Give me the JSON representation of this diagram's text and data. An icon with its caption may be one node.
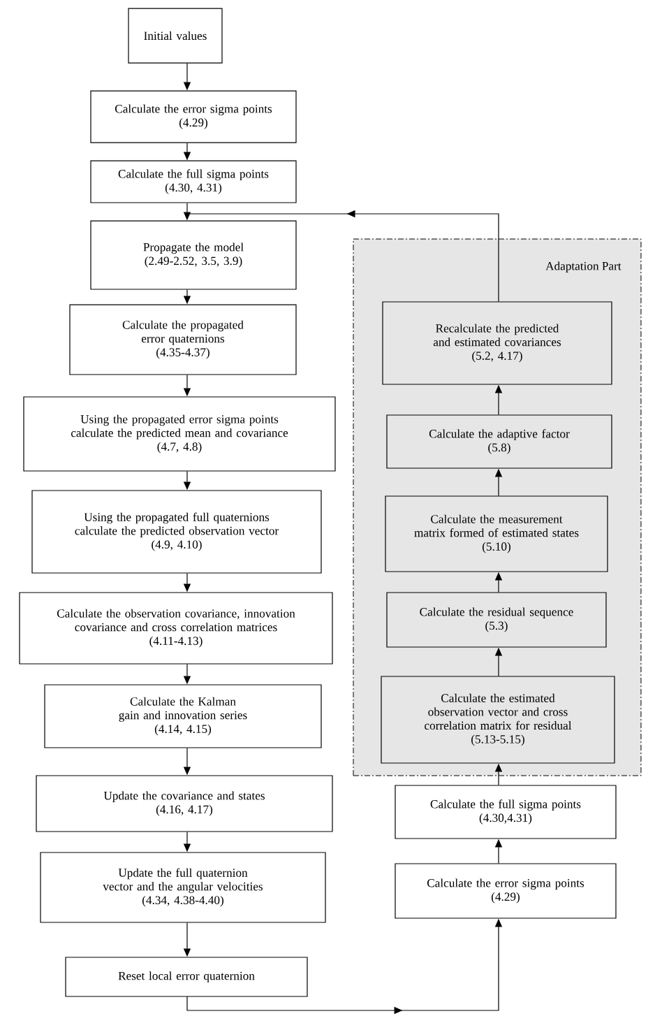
{
  "diagram": {
    "nodes": [
      {
        "text": [
          "Initial values"
        ]
      },
      {
        "text": [
          "Calculate the error sigma points",
          "(4.29)"
        ]
      },
      {
        "text": [
          "Calculate the full sigma points",
          "(4.30, 4.31)"
        ]
      },
      {
        "text": [
          "Propagate the model",
          "(2.49-2.52, 3.5, 3.9)"
        ]
      },
      {
        "text": [
          "Calculate the propagated error quaternions",
          "(4.35-4.37)"
        ]
      },
      {
        "text": [
          "Using the propagated error sigma points calculate the predicted mean and covariance",
          "(4.7, 4.8)"
        ]
      },
      {
        "text": [
          "Using the propagated full quaternions calculate the predicted observation vector",
          "(4.9, 4.10)"
        ]
      },
      {
        "text": [
          "Calculate the observation covariance, innovation covariance and cross correlation matrices",
          "(4.11-4.13)"
        ]
      },
      {
        "text": [
          "Calculate the Kalman gain and innovation series",
          "(4.14, 4.15)"
        ]
      },
      {
        "text": [
          "Update the covariance and states",
          "(4.16, 4.17)"
        ]
      },
      {
        "text": [
          "Update the full quaternion vector and the angular velocities",
          "(4.34, 4.38-4.40)"
        ]
      },
      {
        "text": [
          "Reset local error quaternion"
        ]
      },
      {
        "text": [
          "Adaptation Part"
        ]
      },
      {
        "text": [
          "Recalculate the predicted and estimated covariances",
          "(5.2, 4.17)"
        ],
        "in": 12
      },
      {
        "text": [
          "Calculate the adaptive factor",
          "(5.8)"
        ],
        "in": 12
      },
      {
        "text": [
          "Calculate the measurement matrix formed of estimated states",
          "(5.10)"
        ],
        "in": 12
      },
      {
        "text": [
          "Calculate the residual sequence",
          "(5.3)"
        ],
        "in": 12
      },
      {
        "text": [
          "Calculate the estimated observation vector and cross correlation matrix for residual",
          "(5.13-5.15)"
        ],
        "in": 12
      },
      {
        "text": [
          "Calculate the full sigma points",
          "(4.30,4.31)"
        ]
      },
      {
        "text": [
          "Calculate the error sigma points",
          "(4.29)"
        ]
      }
    ],
    "edges": [
      {
        "from": 0,
        "to": 1,
        "arrow": "to"
      },
      {
        "from": 1,
        "to": 2,
        "arrow": "to"
      },
      {
        "from": 2,
        "to": 3,
        "arrow": "to"
      },
      {
        "from": 3,
        "to": 4,
        "arrow": "to"
      },
      {
        "from": 4,
        "to": 5,
        "arrow": "to"
      },
      {
        "from": 5,
        "to": 6,
        "arrow": "to"
      },
      {
        "from": 6,
        "to": 7,
        "arrow": "to"
      },
      {
        "from": 7,
        "to": 8,
        "arrow": "to"
      },
      {
        "from": 8,
        "to": 9,
        "arrow": "to"
      },
      {
        "from": 9,
        "to": 10,
        "arrow": "to"
      },
      {
        "from": 10,
        "to": 11,
        "arrow": "to"
      },
      {
        "from": 11,
        "to": 19,
        "arrow": "to"
      },
      {
        "from": 19,
        "to": 18,
        "arrow": "to"
      },
      {
        "from": 18,
        "to": 17,
        "arrow": "to"
      },
      {
        "from": 17,
        "to": 16,
        "arrow": "to"
      },
      {
        "from": 16,
        "to": 15,
        "arrow": "to"
      },
      {
        "from": 15,
        "to": 14,
        "arrow": "to"
      },
      {
        "from": 14,
        "to": 13,
        "arrow": "to"
      },
      {
        "from": 13,
        "to": 3,
        "arrow": "to"
      }
    ]
  }
}
